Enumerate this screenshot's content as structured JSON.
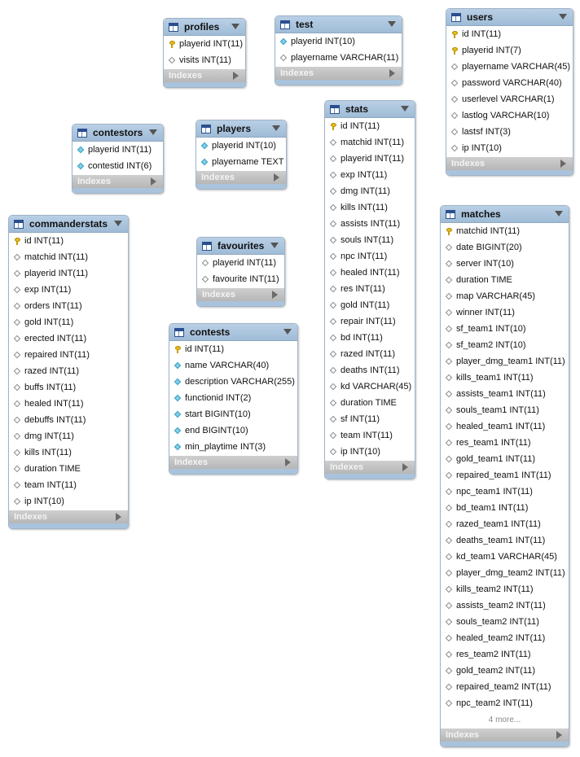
{
  "footer_label": "Indexes",
  "tables": [
    {
      "id": "profiles",
      "name": "profiles",
      "more": "",
      "columns": [
        {
          "name": "playerid INT(11)",
          "icon": "key"
        },
        {
          "name": "visits INT(11)",
          "icon": "nul"
        }
      ]
    },
    {
      "id": "test",
      "name": "test",
      "more": "",
      "columns": [
        {
          "name": "playerid INT(10)",
          "icon": "col"
        },
        {
          "name": "playername VARCHAR(11)",
          "icon": "nul"
        }
      ]
    },
    {
      "id": "users",
      "name": "users",
      "more": "",
      "columns": [
        {
          "name": "id INT(11)",
          "icon": "key"
        },
        {
          "name": "playerid INT(7)",
          "icon": "key"
        },
        {
          "name": "playername VARCHAR(45)",
          "icon": "nul"
        },
        {
          "name": "password VARCHAR(40)",
          "icon": "nul"
        },
        {
          "name": "userlevel VARCHAR(1)",
          "icon": "nul"
        },
        {
          "name": "lastlog VARCHAR(10)",
          "icon": "nul"
        },
        {
          "name": "lastsf INT(3)",
          "icon": "nul"
        },
        {
          "name": "ip INT(10)",
          "icon": "nul"
        }
      ]
    },
    {
      "id": "contestors",
      "name": "contestors",
      "more": "",
      "columns": [
        {
          "name": "playerid INT(11)",
          "icon": "col"
        },
        {
          "name": "contestid INT(6)",
          "icon": "col"
        }
      ]
    },
    {
      "id": "players",
      "name": "players",
      "more": "",
      "columns": [
        {
          "name": "playerid INT(10)",
          "icon": "col"
        },
        {
          "name": "playername TEXT",
          "icon": "col"
        }
      ]
    },
    {
      "id": "stats",
      "name": "stats",
      "more": "",
      "columns": [
        {
          "name": "id INT(11)",
          "icon": "key"
        },
        {
          "name": "matchid INT(11)",
          "icon": "nul"
        },
        {
          "name": "playerid INT(11)",
          "icon": "nul"
        },
        {
          "name": "exp INT(11)",
          "icon": "nul"
        },
        {
          "name": "dmg INT(11)",
          "icon": "nul"
        },
        {
          "name": "kills INT(11)",
          "icon": "nul"
        },
        {
          "name": "assists INT(11)",
          "icon": "nul"
        },
        {
          "name": "souls INT(11)",
          "icon": "nul"
        },
        {
          "name": "npc INT(11)",
          "icon": "nul"
        },
        {
          "name": "healed INT(11)",
          "icon": "nul"
        },
        {
          "name": "res INT(11)",
          "icon": "nul"
        },
        {
          "name": "gold INT(11)",
          "icon": "nul"
        },
        {
          "name": "repair INT(11)",
          "icon": "nul"
        },
        {
          "name": "bd INT(11)",
          "icon": "nul"
        },
        {
          "name": "razed INT(11)",
          "icon": "nul"
        },
        {
          "name": "deaths INT(11)",
          "icon": "nul"
        },
        {
          "name": "kd VARCHAR(45)",
          "icon": "nul"
        },
        {
          "name": "duration TIME",
          "icon": "nul"
        },
        {
          "name": "sf INT(11)",
          "icon": "nul"
        },
        {
          "name": "team INT(11)",
          "icon": "nul"
        },
        {
          "name": "ip INT(10)",
          "icon": "nul"
        }
      ]
    },
    {
      "id": "commanderstats",
      "name": "commanderstats",
      "more": "",
      "columns": [
        {
          "name": "id INT(11)",
          "icon": "key"
        },
        {
          "name": "matchid INT(11)",
          "icon": "nul"
        },
        {
          "name": "playerid INT(11)",
          "icon": "nul"
        },
        {
          "name": "exp INT(11)",
          "icon": "nul"
        },
        {
          "name": "orders INT(11)",
          "icon": "nul"
        },
        {
          "name": "gold INT(11)",
          "icon": "nul"
        },
        {
          "name": "erected INT(11)",
          "icon": "nul"
        },
        {
          "name": "repaired INT(11)",
          "icon": "nul"
        },
        {
          "name": "razed INT(11)",
          "icon": "nul"
        },
        {
          "name": "buffs INT(11)",
          "icon": "nul"
        },
        {
          "name": "healed INT(11)",
          "icon": "nul"
        },
        {
          "name": "debuffs INT(11)",
          "icon": "nul"
        },
        {
          "name": "dmg INT(11)",
          "icon": "nul"
        },
        {
          "name": "kills INT(11)",
          "icon": "nul"
        },
        {
          "name": "duration TIME",
          "icon": "nul"
        },
        {
          "name": "team INT(11)",
          "icon": "nul"
        },
        {
          "name": "ip INT(10)",
          "icon": "nul"
        }
      ]
    },
    {
      "id": "favourites",
      "name": "favourites",
      "more": "",
      "columns": [
        {
          "name": "playerid INT(11)",
          "icon": "nul"
        },
        {
          "name": "favourite INT(11)",
          "icon": "nul"
        }
      ]
    },
    {
      "id": "contests",
      "name": "contests",
      "more": "",
      "columns": [
        {
          "name": "id INT(11)",
          "icon": "key"
        },
        {
          "name": "name VARCHAR(40)",
          "icon": "col"
        },
        {
          "name": "description VARCHAR(255)",
          "icon": "col"
        },
        {
          "name": "functionid INT(2)",
          "icon": "col"
        },
        {
          "name": "start BIGINT(10)",
          "icon": "col"
        },
        {
          "name": "end BIGINT(10)",
          "icon": "col"
        },
        {
          "name": "min_playtime INT(3)",
          "icon": "col"
        }
      ]
    },
    {
      "id": "matches",
      "name": "matches",
      "more": "4 more...",
      "columns": [
        {
          "name": "matchid INT(11)",
          "icon": "key"
        },
        {
          "name": "date BIGINT(20)",
          "icon": "nul"
        },
        {
          "name": "server INT(10)",
          "icon": "nul"
        },
        {
          "name": "duration TIME",
          "icon": "nul"
        },
        {
          "name": "map VARCHAR(45)",
          "icon": "nul"
        },
        {
          "name": "winner INT(11)",
          "icon": "nul"
        },
        {
          "name": "sf_team1 INT(10)",
          "icon": "nul"
        },
        {
          "name": "sf_team2 INT(10)",
          "icon": "nul"
        },
        {
          "name": "player_dmg_team1 INT(11)",
          "icon": "nul"
        },
        {
          "name": "kills_team1 INT(11)",
          "icon": "nul"
        },
        {
          "name": "assists_team1 INT(11)",
          "icon": "nul"
        },
        {
          "name": "souls_team1 INT(11)",
          "icon": "nul"
        },
        {
          "name": "healed_team1 INT(11)",
          "icon": "nul"
        },
        {
          "name": "res_team1 INT(11)",
          "icon": "nul"
        },
        {
          "name": "gold_team1 INT(11)",
          "icon": "nul"
        },
        {
          "name": "repaired_team1 INT(11)",
          "icon": "nul"
        },
        {
          "name": "npc_team1 INT(11)",
          "icon": "nul"
        },
        {
          "name": "bd_team1 INT(11)",
          "icon": "nul"
        },
        {
          "name": "razed_team1 INT(11)",
          "icon": "nul"
        },
        {
          "name": "deaths_team1 INT(11)",
          "icon": "nul"
        },
        {
          "name": "kd_team1 VARCHAR(45)",
          "icon": "nul"
        },
        {
          "name": "player_dmg_team2 INT(11)",
          "icon": "nul"
        },
        {
          "name": "kills_team2 INT(11)",
          "icon": "nul"
        },
        {
          "name": "assists_team2 INT(11)",
          "icon": "nul"
        },
        {
          "name": "souls_team2 INT(11)",
          "icon": "nul"
        },
        {
          "name": "healed_team2 INT(11)",
          "icon": "nul"
        },
        {
          "name": "res_team2 INT(11)",
          "icon": "nul"
        },
        {
          "name": "gold_team2 INT(11)",
          "icon": "nul"
        },
        {
          "name": "repaired_team2 INT(11)",
          "icon": "nul"
        },
        {
          "name": "npc_team2 INT(11)",
          "icon": "nul"
        }
      ]
    }
  ]
}
